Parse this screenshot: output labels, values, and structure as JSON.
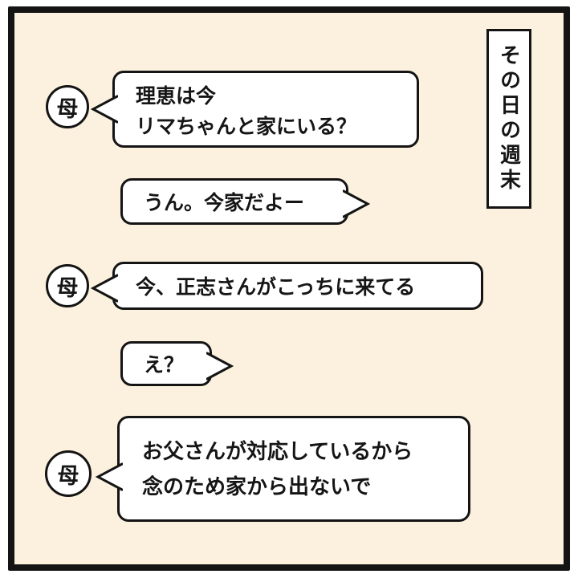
{
  "caption": "その日の週末",
  "colors": {
    "panel_background": "#FBF1DE",
    "bubble_fill": "#FFFFFF",
    "line_color": "#141414"
  },
  "messages": [
    {
      "sender": "母",
      "side": "left",
      "lines": [
        "理恵は今",
        "リマちゃんと家にいる？"
      ]
    },
    {
      "side": "right",
      "lines": [
        "うん。今家だよー"
      ]
    },
    {
      "sender": "母",
      "side": "left",
      "lines": [
        "今、正志さんがこっちに来てる"
      ]
    },
    {
      "side": "right",
      "lines": [
        "え？"
      ]
    },
    {
      "sender": "母",
      "side": "left",
      "lines": [
        "お父さんが対応しているから",
        "念のため家から出ないで"
      ]
    }
  ]
}
